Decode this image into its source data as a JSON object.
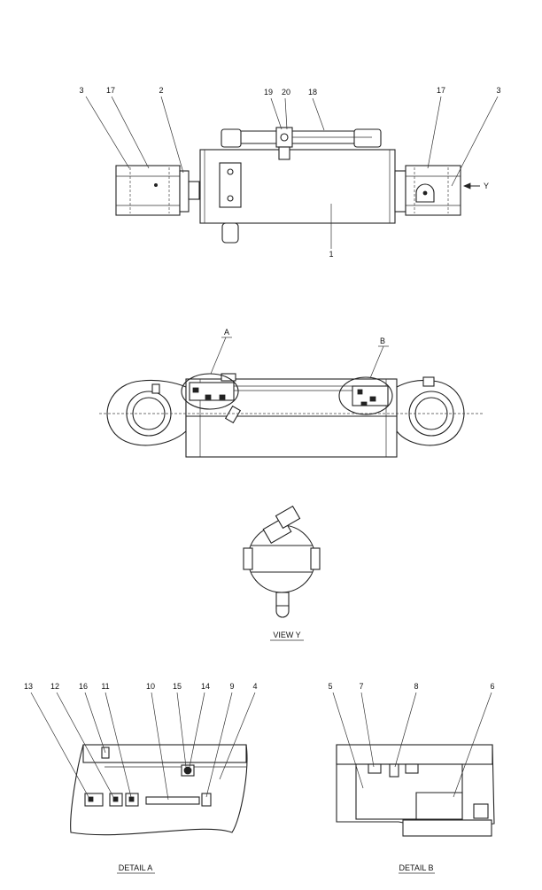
{
  "labels": {
    "top": [
      "3",
      "17",
      "2",
      "19",
      "20",
      "18",
      "17",
      "3",
      "1"
    ],
    "y_arrow": "Y",
    "section": [
      "A",
      "B"
    ],
    "detail_a": [
      "13",
      "12",
      "16",
      "11",
      "10",
      "15",
      "14",
      "9",
      "4"
    ],
    "detail_b": [
      "5",
      "7",
      "8",
      "6"
    ]
  },
  "captions": {
    "view_y": "VIEW Y",
    "detail_a": "DETAIL A",
    "detail_b": "DETAIL B"
  }
}
